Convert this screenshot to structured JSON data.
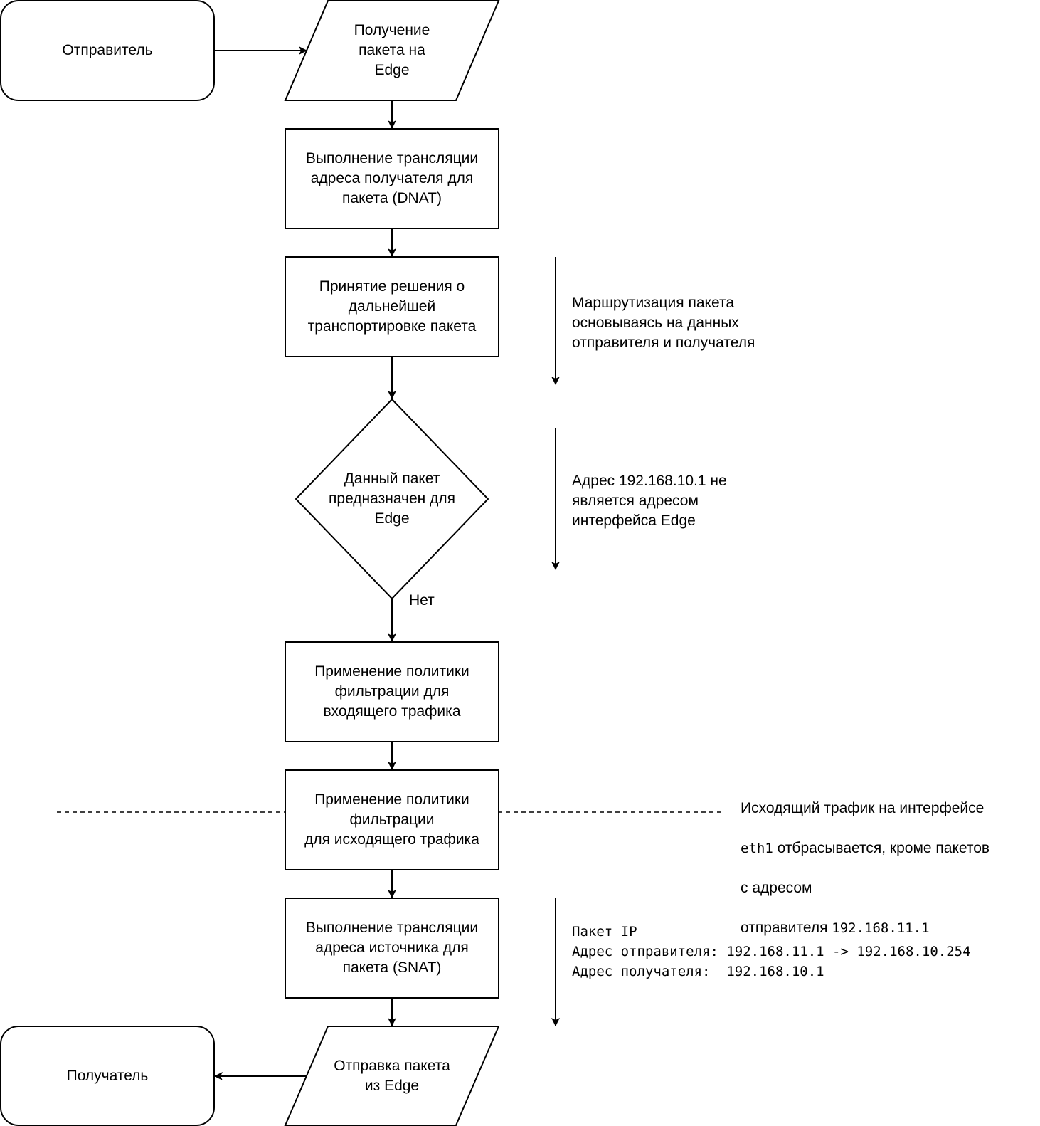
{
  "nodes": {
    "sender": "Отправитель",
    "receive": "Получение\nпакета на\nEdge",
    "dnat": "Выполнение трансляции\nадреса получателя для\nпакета (DNAT)",
    "routing_decision": "Принятие решения о\nдальнейшей\nтранспортировке пакета",
    "decision": "Данный пакет\nпредназначен для\nEdge",
    "filter_in": "Применение политики\nфильтрации для\nвходящего трафика",
    "filter_out": "Применение политики\nфильтрации\nдля исходящего трафика",
    "snat": "Выполнение трансляции\nадреса источника для\nпакета (SNAT)",
    "send": "Отправка пакета\nиз Edge",
    "receiver": "Получатель"
  },
  "edge_labels": {
    "no": "Нет"
  },
  "notes": {
    "routing": "Маршрутизация пакета\nосновываясь на данных\nотправителя и получателя",
    "address": "Адрес 192.168.10.1 не\nявляется адресом\nинтерфейса Edge",
    "outbound_line1_code": "eth1",
    "outbound_line0": "Исходящий трафик на интерфейсе",
    "outbound_line1_rest": " отбрасывается, кроме пакетов",
    "outbound_line2": "с адресом",
    "outbound_line3_text": "отправителя ",
    "outbound_line3_code": "192.168.11.1",
    "packet": "Пакет IP\nАдрес отправителя: 192.168.11.1 -> 192.168.10.254\nАдрес получателя:  192.168.10.1"
  }
}
